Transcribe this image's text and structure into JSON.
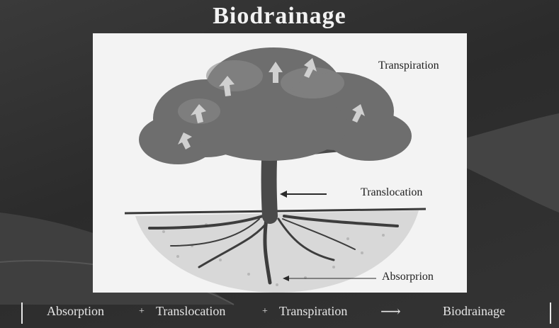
{
  "slide": {
    "title": "Biodrainage"
  },
  "diagram": {
    "labels": {
      "transpiration": "Transpiration",
      "translocation": "Translocation",
      "absorption": "Absorprion"
    }
  },
  "bottom_bar": {
    "absorption": "Absorption",
    "plus_1": "+",
    "translocation": "Translocation",
    "plus_2": "+",
    "transpiration": "Transpiration",
    "arrow": "⟶",
    "biodrainage": "Biodrainage"
  },
  "colors": {
    "background": "#2e2e2e",
    "figure_background": "#f3f3f3",
    "foliage": "#6e6e6e",
    "trunk": "#4a4a4a",
    "text_light": "#f2f2f2"
  }
}
